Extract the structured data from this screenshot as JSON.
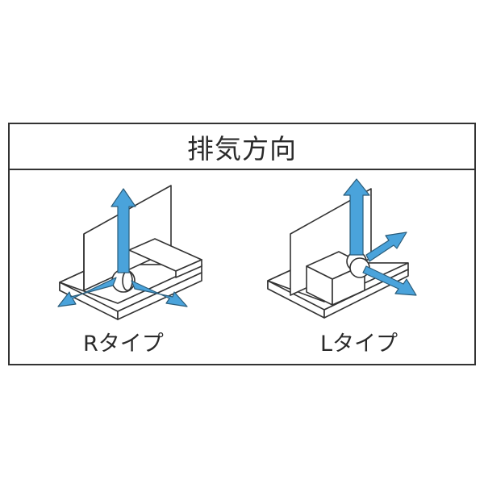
{
  "header": {
    "title": "排気方向"
  },
  "figures": [
    {
      "label": "Rタイプ",
      "id": "r-type"
    },
    {
      "label": "Lタイプ",
      "id": "l-type"
    }
  ],
  "colors": {
    "arrow": "#4AA3DB",
    "outline": "#333333",
    "fill": "#ffffff"
  }
}
